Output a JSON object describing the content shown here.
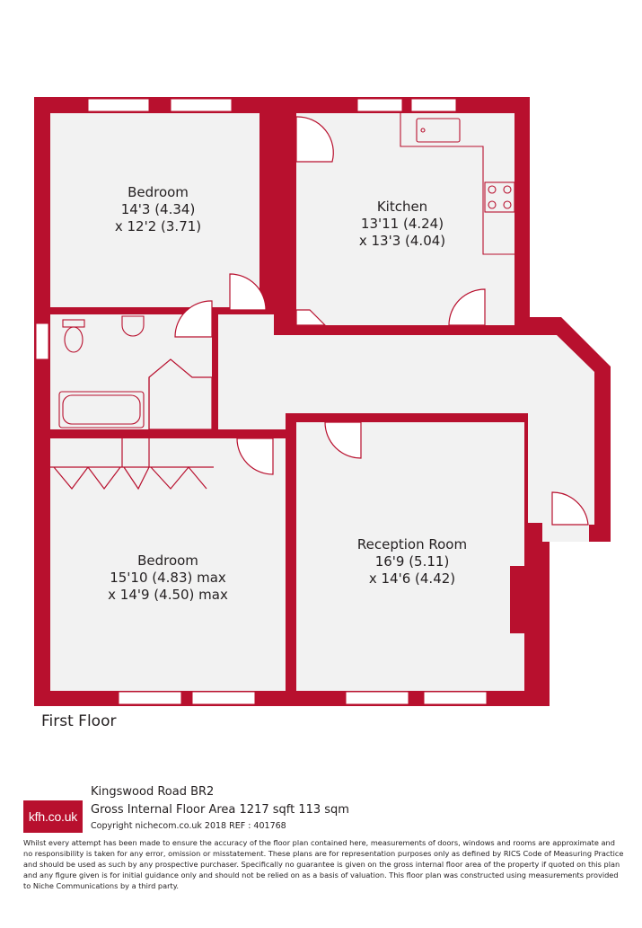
{
  "colors": {
    "wall": "#b8102e",
    "floor": "#f2f2f2",
    "text": "#231f20",
    "fixture": "#b8102e"
  },
  "rooms": [
    {
      "id": "bedroom-1",
      "name": "Bedroom",
      "dim1": "14'3 (4.34)",
      "dim2": "x 12'2 (3.71)"
    },
    {
      "id": "kitchen",
      "name": "Kitchen",
      "dim1": "13'11 (4.24)",
      "dim2": "x 13'3 (4.04)"
    },
    {
      "id": "bedroom-2",
      "name": "Bedroom",
      "dim1": "15'10 (4.83) max",
      "dim2": "x 14'9 (4.50) max"
    },
    {
      "id": "reception",
      "name": "Reception Room",
      "dim1": "16'9 (5.11)",
      "dim2": "x 14'6 (4.42)"
    }
  ],
  "floor_label": "First Floor",
  "footer": {
    "logo": "kfh.co.uk",
    "address": "Kingswood Road  BR2",
    "area": "Gross Internal Floor Area 1217 sqft 113 sqm",
    "copyright": "Copyright nichecom.co.uk 2018 REF : 401768",
    "disclaimer": "Whilst every attempt has been made to ensure the accuracy of the floor plan contained here, measurements of doors, windows and rooms are approximate and no responsibility is taken for any error, omission or misstatement. These plans are for representation purposes only as defined by RICS Code of Measuring Practice and should be used as such by any prospective purchaser. Specifically no guarantee is given on the gross internal floor area of the property if quoted on this plan and any figure given is for initial guidance only and should not be relied on as a basis of valuation. This floor plan was constructed using measurements provided to Niche Communications by a third party."
  }
}
